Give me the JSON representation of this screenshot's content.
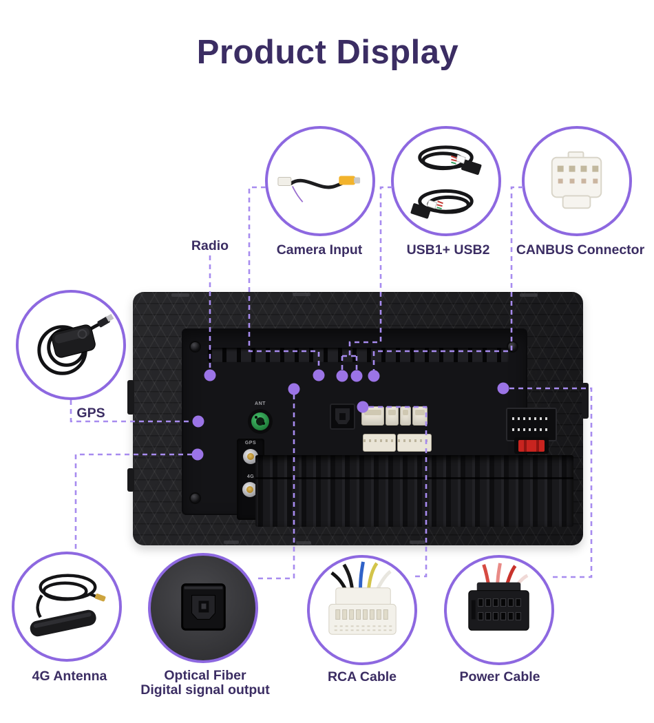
{
  "title": "Product Display",
  "theme": {
    "bg": "#ffffff",
    "accent_circle": "#8d68e0",
    "accent_line": "#a78bef",
    "accent_dot": "#9b74e6",
    "label_color": "#3b2d63"
  },
  "callouts": {
    "radio": {
      "label": "Radio"
    },
    "camera": {
      "label": "Camera Input"
    },
    "usb": {
      "label": "USB1+ USB2"
    },
    "canbus": {
      "label": "CANBUS Connector"
    },
    "gps": {
      "label": "GPS"
    },
    "antenna4g": {
      "label": "4G Antenna"
    },
    "optical": {
      "label_line1": "Optical Fiber",
      "label_line2": "Digital signal output"
    },
    "rca": {
      "label": "RCA Cable"
    },
    "power": {
      "label": "Power Cable"
    }
  },
  "unit": {
    "ant_jack_label": "ANT",
    "gps_jack_label": "GPS",
    "g4_jack_label": "4G"
  }
}
